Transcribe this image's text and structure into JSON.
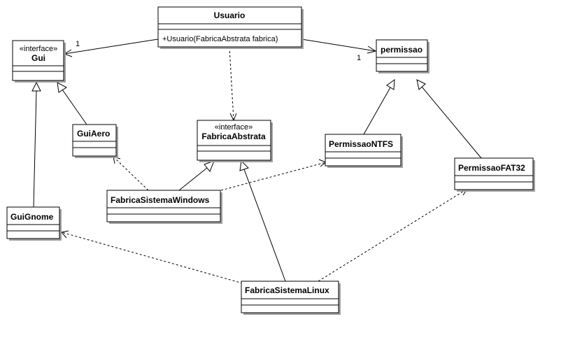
{
  "diagram": {
    "classes": {
      "usuario": {
        "name": "Usuario",
        "operation": "+Usuario(FabricaAbstrata fabrica)"
      },
      "gui": {
        "stereotype": "«interface»",
        "name": "Gui"
      },
      "permissao": {
        "name": "permissao"
      },
      "fabrica_abstrata": {
        "stereotype": "«interface»",
        "name": "FabricaAbstrata"
      },
      "gui_aero": {
        "name": "GuiAero"
      },
      "permissao_ntfs": {
        "name": "PermissaoNTFS"
      },
      "permissao_fat32": {
        "name": "PermissaoFAT32"
      },
      "fabrica_sistema_windows": {
        "name": "FabricaSistemaWindows"
      },
      "gui_gnome": {
        "name": "GuiGnome"
      },
      "fabrica_sistema_linux": {
        "name": "FabricaSistemaLinux"
      }
    },
    "multiplicities": {
      "usuario_gui": "1",
      "usuario_permissao": "1"
    },
    "colors": {
      "line": "#000000",
      "box_fill": "#ffffff",
      "shadow": "#a0a0a0"
    }
  }
}
